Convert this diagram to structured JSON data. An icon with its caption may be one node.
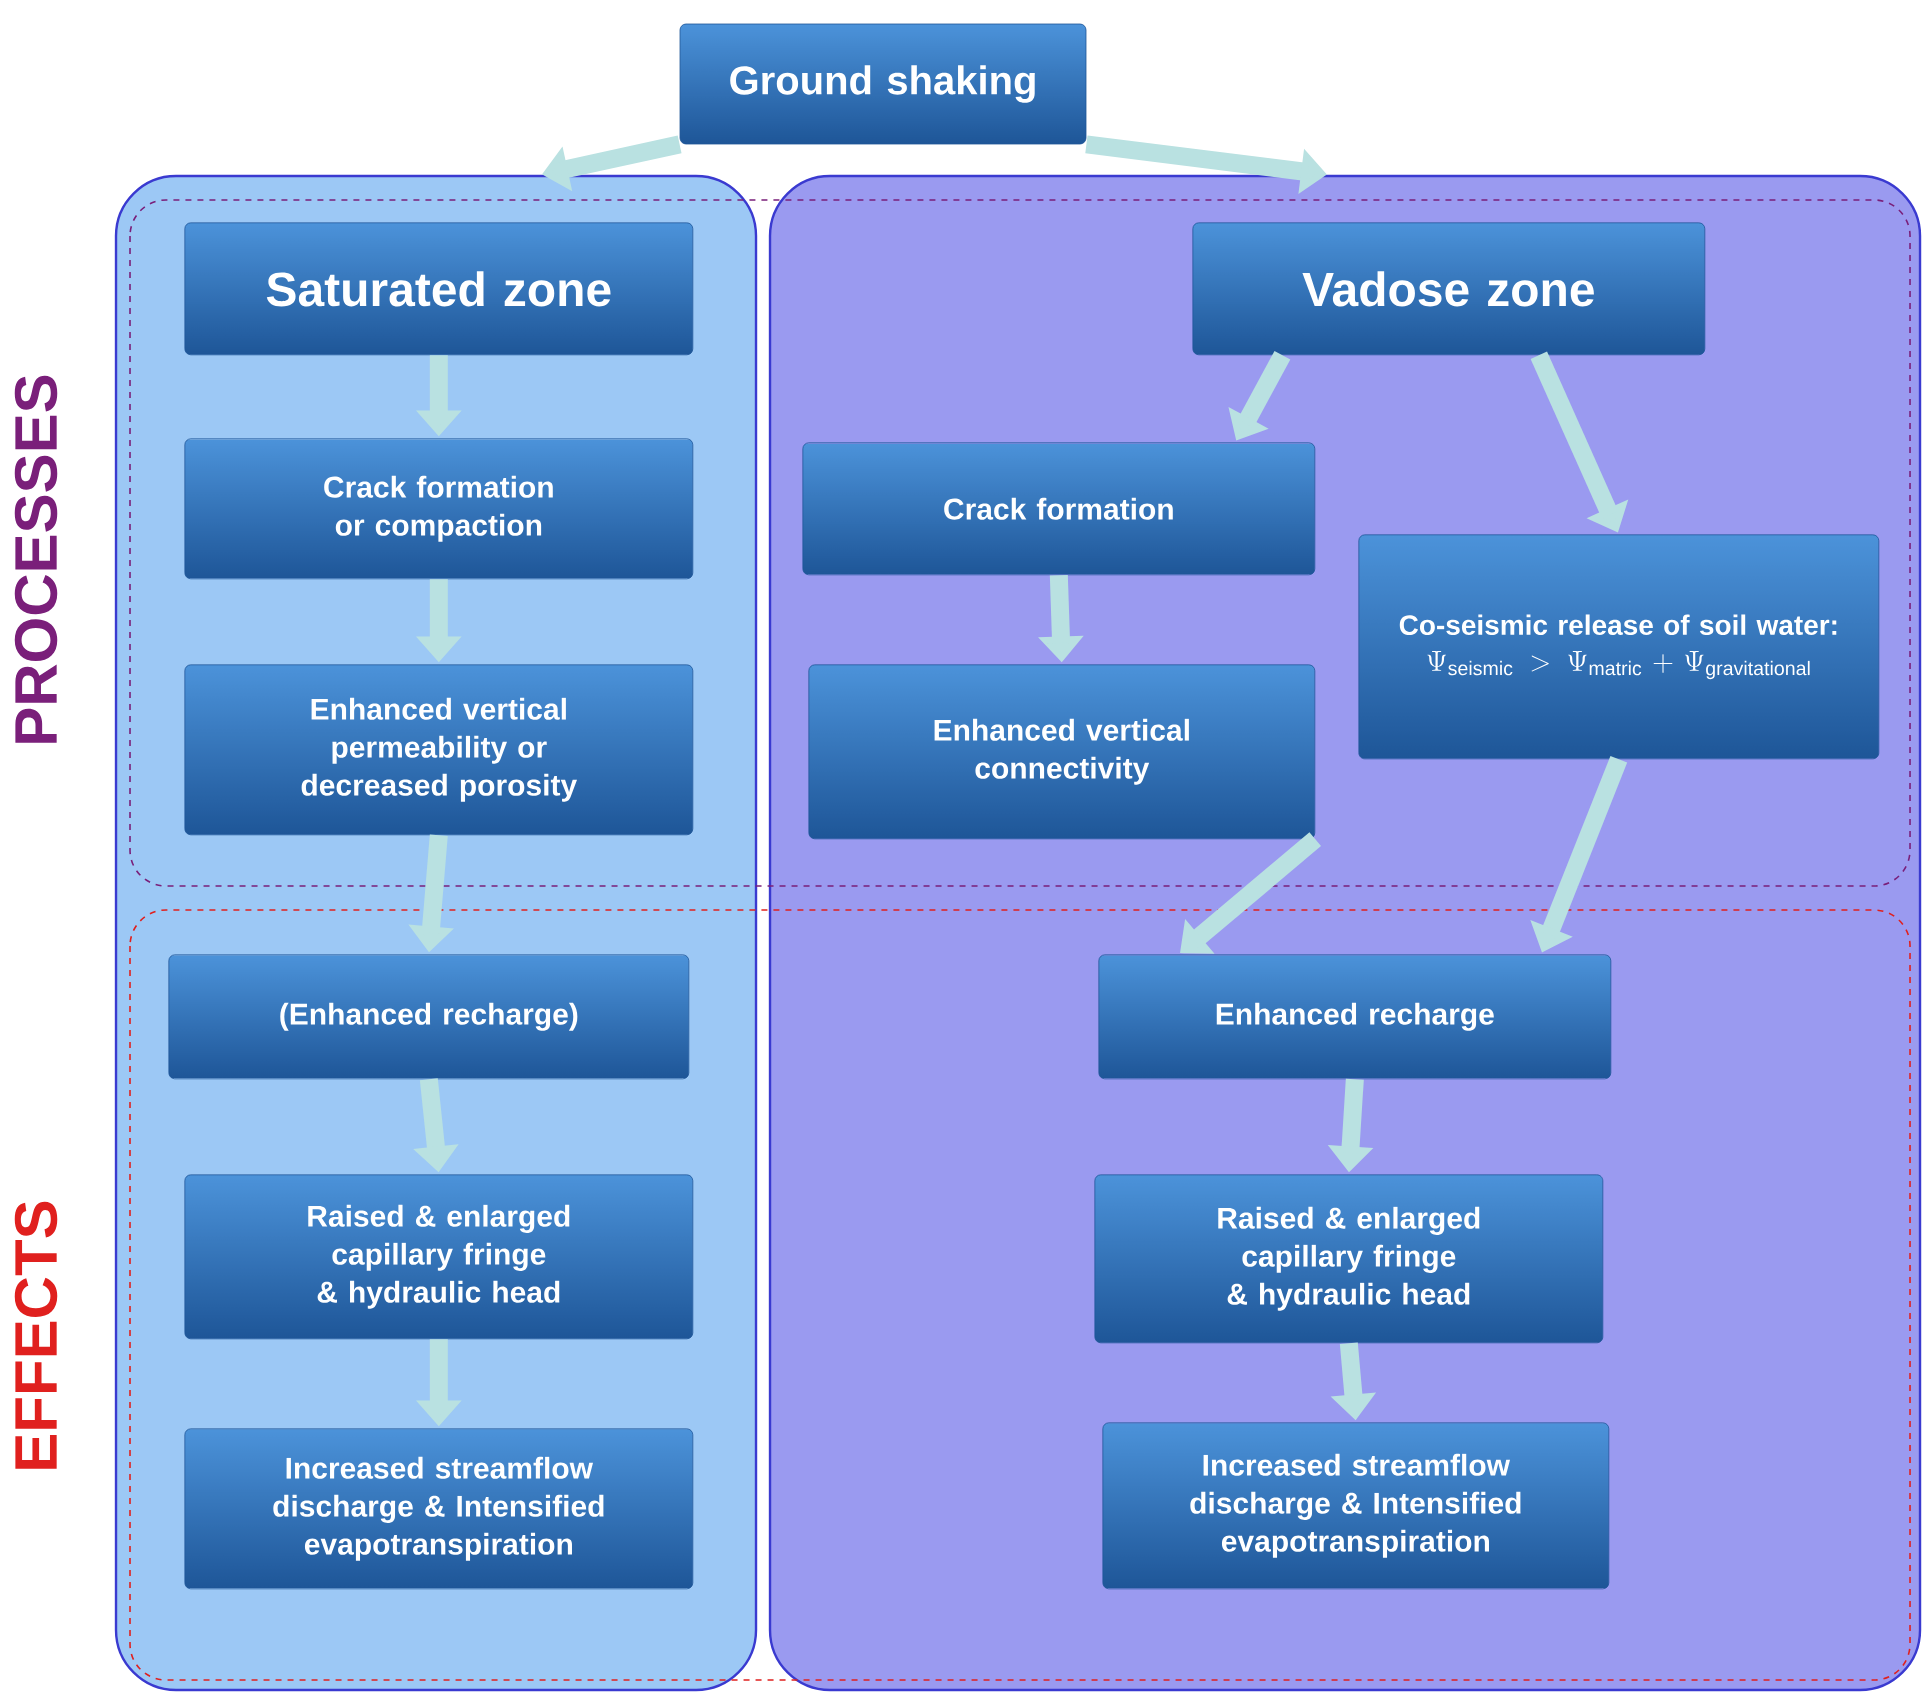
{
  "diagram": {
    "nodes": [
      {
        "text": [
          "Ground shaking"
        ]
      },
      {
        "text": [],
        "shape": "box"
      },
      {
        "text": [],
        "shape": "box"
      },
      {
        "text": [
          "Saturated zone"
        ],
        "in": 1
      },
      {
        "text": [
          "Crack formation or compaction"
        ],
        "in": 1
      },
      {
        "text": [
          "Enhanced vertical permeability or decreased porosity"
        ],
        "in": 1
      },
      {
        "text": [
          "(Enhanced recharge)"
        ],
        "in": 1
      },
      {
        "text": [
          "Raised & enlarged capillary fringe & hydraulic head"
        ],
        "in": 1
      },
      {
        "text": [
          "Increased streamflow discharge & Intensified evapotranspiration"
        ],
        "in": 1
      },
      {
        "text": [
          "Vadose zone"
        ],
        "in": 2
      },
      {
        "text": [
          "Crack formation"
        ],
        "in": 2
      },
      {
        "text": [
          "Enhanced vertical connectivity"
        ],
        "in": 2
      },
      {
        "text": [
          "Co-seismic release of soil water:",
          "\\Psi_{\\mathrm{seismic}}>\\Psi_{\\mathrm{matric}}+\\Psi_{\\mathrm{gravitational}}"
        ],
        "in": 2
      },
      {
        "text": [
          "Enhanced recharge"
        ],
        "in": 2
      },
      {
        "text": [
          "Raised & enlarged capillary fringe & hydraulic head"
        ],
        "in": 2
      },
      {
        "text": [
          "Increased streamflow discharge & Intensified evapotranspiration"
        ],
        "in": 2
      }
    ],
    "edges": [
      {
        "from": 0,
        "to": 1,
        "arrow": "to"
      },
      {
        "from": 0,
        "to": 2,
        "arrow": "to"
      },
      {
        "from": 3,
        "to": 4,
        "arrow": "to"
      },
      {
        "from": 4,
        "to": 5,
        "arrow": "to"
      },
      {
        "from": 5,
        "to": 6,
        "arrow": "to"
      },
      {
        "from": 6,
        "to": 7,
        "arrow": "to"
      },
      {
        "from": 7,
        "to": 8,
        "arrow": "to"
      },
      {
        "from": 9,
        "to": 10,
        "arrow": "to"
      },
      {
        "from": 9,
        "to": 12,
        "arrow": "to"
      },
      {
        "from": 10,
        "to": 11,
        "arrow": "to"
      },
      {
        "from": 11,
        "to": 13,
        "arrow": "to"
      },
      {
        "from": 12,
        "to": 13,
        "arrow": "to"
      },
      {
        "from": 13,
        "to": 14,
        "arrow": "to"
      },
      {
        "from": 14,
        "to": 15,
        "arrow": "to"
      }
    ],
    "labels": [
      "PROCESSES",
      "EFFECTS"
    ]
  }
}
